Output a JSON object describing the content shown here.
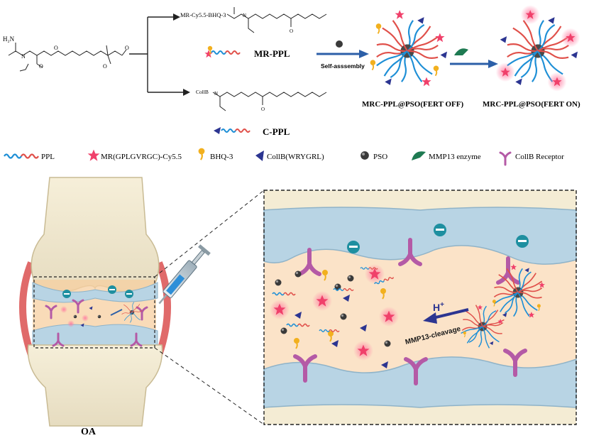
{
  "scheme": {
    "mrppl_formula": "MR-Cy5.5-BHQ-3",
    "mrppl_name": "MR-PPL",
    "cppl_formula": "CollB",
    "cppl_name": "C-PPL",
    "step1_label": "Self-asssembly",
    "state_off": "MRC-PPL@PSO(FERT OFF)",
    "state_on": "MRC-PPL@PSO(FERT ON)"
  },
  "legend": [
    {
      "key": "ppl",
      "label": "PPL"
    },
    {
      "key": "mr",
      "label": "MR(GPLGVRGC)-Cy5.5"
    },
    {
      "key": "bhq",
      "label": "BHQ-3"
    },
    {
      "key": "collb",
      "label": "CollB(WRYGRL)"
    },
    {
      "key": "pso",
      "label": "PSO"
    },
    {
      "key": "mmp13",
      "label": "MMP13 enzyme"
    },
    {
      "key": "receptor",
      "label": "CollB Receptor"
    }
  ],
  "joint": {
    "label": "OA"
  },
  "zoom": {
    "proton_label": "H",
    "proton_sup": "+",
    "cleavage_label": "MMP13-cleavage"
  },
  "colors": {
    "blue_strand": "#1e8fd6",
    "red_strand": "#e0504a",
    "pink_star": "#f0406a",
    "yellow": "#f2b01e",
    "navy": "#2c3591",
    "green": "#1e7a52",
    "purple": "#b45aa6",
    "cartilage": "#b8d4e4",
    "fluid": "#fbe3c8"
  }
}
